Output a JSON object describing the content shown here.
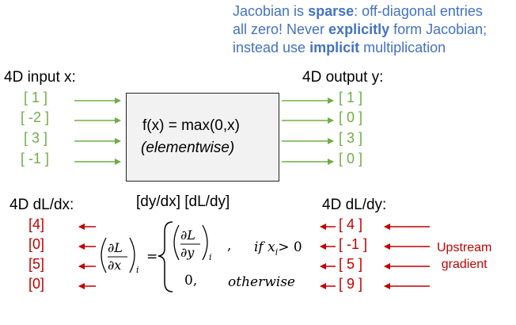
{
  "note": {
    "line1_a": "Jacobian is ",
    "line1_b": "sparse",
    "line1_c": ": off-diagonal entries",
    "line2_a": "all zero! Never ",
    "line2_b": "explicitly",
    "line2_c": " form Jacobian;",
    "line3_a": "instead use ",
    "line3_b": "implicit",
    "line3_c": " multiplication"
  },
  "input_label": "4D input x:",
  "output_label": "4D output y:",
  "input_values": [
    "[ 1 ]",
    "[ -2 ]",
    "[ 3 ]",
    "[ -1 ]"
  ],
  "output_values": [
    "[ 1 ]",
    "[ 0 ]",
    "[ 3 ]",
    "[ 0 ]"
  ],
  "function": {
    "line1": "f(x) = max(0,x)",
    "line2": "(elementwise)"
  },
  "dldx_label": "4D dL/dx:",
  "jac_label": "[dy/dx] [dL/dy]",
  "dldy_label": "4D dL/dy:",
  "dldx_values": [
    "[4]",
    "[0]",
    "[5]",
    "[0]"
  ],
  "dldy_values": [
    "[ 4 ]",
    "[ -1 ]",
    "[ 5 ]",
    "[ 9 ]"
  ],
  "formula": {
    "lhs_num": "∂L",
    "lhs_den": "∂x",
    "lhs_sub": "i",
    "equals": "=",
    "case1_num": "∂L",
    "case1_den": "∂y",
    "case1_sub": "i",
    "case1_comma": ",",
    "cond1": "if x",
    "cond1_sub": "i",
    "cond1_rest": "> 0",
    "case2_val": "0,",
    "cond2": "otherwise"
  },
  "upstream": {
    "line1": "Upstream",
    "line2": "gradient"
  },
  "colors": {
    "note": "#4472c4",
    "green": "#70ad47",
    "red": "#c00000"
  }
}
